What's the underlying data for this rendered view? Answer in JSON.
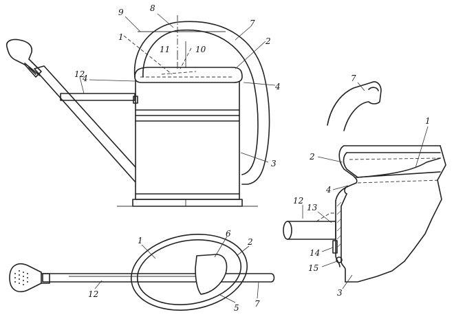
{
  "labels": {
    "side_view": [
      "9",
      "8",
      "7",
      "1",
      "11",
      "10",
      "2",
      "4",
      "4",
      "12",
      "3"
    ],
    "top_view": [
      "1",
      "6",
      "2",
      "12",
      "5",
      "7"
    ],
    "detail_view": [
      "7",
      "1",
      "2",
      "4",
      "12",
      "13",
      "14",
      "15",
      "3"
    ]
  },
  "colors": {
    "ink": "#222222",
    "paper": "#ffffff"
  }
}
